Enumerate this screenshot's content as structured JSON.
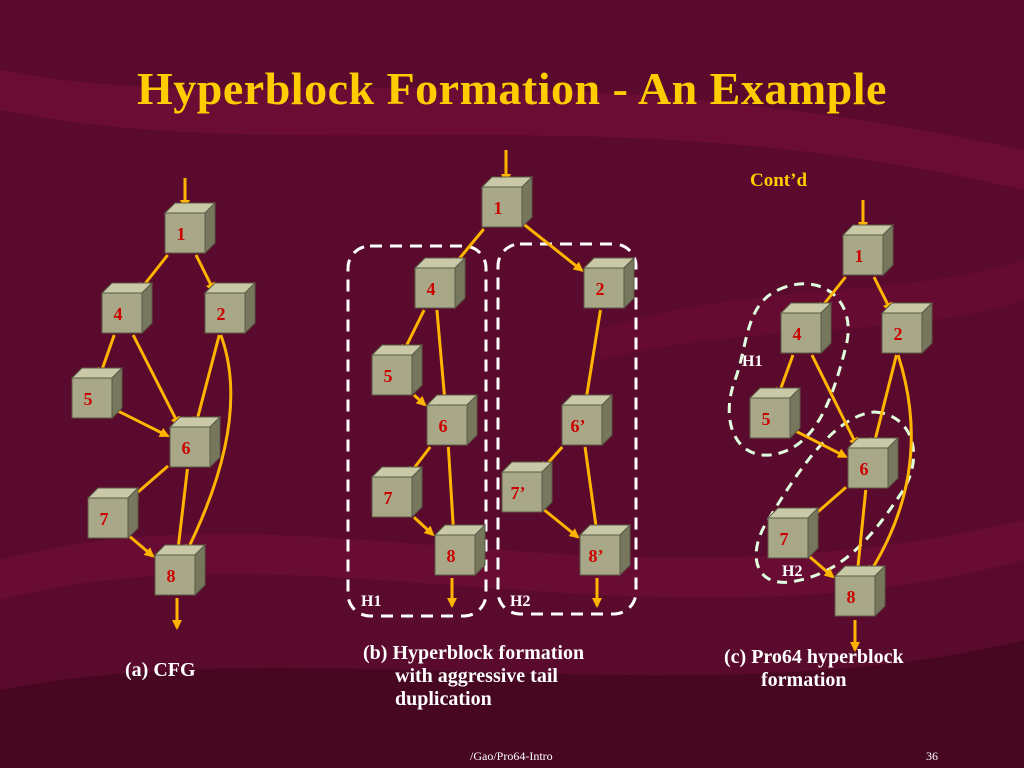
{
  "slide": {
    "title": "Hyperblock Formation - An Example",
    "contd": "Cont’d",
    "footer_left": "/Gao/Pro64-Intro",
    "page_number": "36",
    "colors": {
      "background": "#5a0a2c",
      "title": "#ffcc00",
      "node_label": "#cc0000",
      "arrow": "#ffb400",
      "region": "#ffffff"
    }
  },
  "captions": {
    "a": "(a) CFG",
    "b_line1": "(b) Hyperblock formation",
    "b_line2": "with aggressive tail",
    "b_line3": "duplication",
    "c_line1": "(c) Pro64 hyperblock",
    "c_line2": "formation"
  },
  "diagram_a": {
    "nodes": [
      "1",
      "4",
      "2",
      "5",
      "6",
      "7",
      "8"
    ],
    "edges": [
      [
        "1",
        "4"
      ],
      [
        "1",
        "2"
      ],
      [
        "4",
        "5"
      ],
      [
        "4",
        "6"
      ],
      [
        "2",
        "6"
      ],
      [
        "2",
        "8"
      ],
      [
        "5",
        "6"
      ],
      [
        "6",
        "7"
      ],
      [
        "6",
        "8"
      ],
      [
        "7",
        "8"
      ]
    ]
  },
  "diagram_b": {
    "nodes": [
      "1",
      "4",
      "2",
      "5",
      "6",
      "6’",
      "7",
      "7’",
      "8",
      "8’"
    ],
    "regions": [
      "H1",
      "H2"
    ],
    "edges": [
      [
        "1",
        "4"
      ],
      [
        "1",
        "2"
      ],
      [
        "4",
        "5"
      ],
      [
        "4",
        "6"
      ],
      [
        "5",
        "6"
      ],
      [
        "6",
        "7"
      ],
      [
        "6",
        "8"
      ],
      [
        "7",
        "8"
      ],
      [
        "2",
        "6’"
      ],
      [
        "6’",
        "7’"
      ],
      [
        "6’",
        "8’"
      ],
      [
        "7’",
        "8’"
      ]
    ]
  },
  "diagram_c": {
    "nodes": [
      "1",
      "4",
      "2",
      "5",
      "6",
      "7",
      "8"
    ],
    "regions": [
      "H1",
      "H2"
    ],
    "edges": [
      [
        "1",
        "4"
      ],
      [
        "1",
        "2"
      ],
      [
        "4",
        "5"
      ],
      [
        "4",
        "6"
      ],
      [
        "2",
        "6"
      ],
      [
        "2",
        "8"
      ],
      [
        "5",
        "6"
      ],
      [
        "6",
        "7"
      ],
      [
        "6",
        "8"
      ],
      [
        "7",
        "8"
      ]
    ]
  }
}
